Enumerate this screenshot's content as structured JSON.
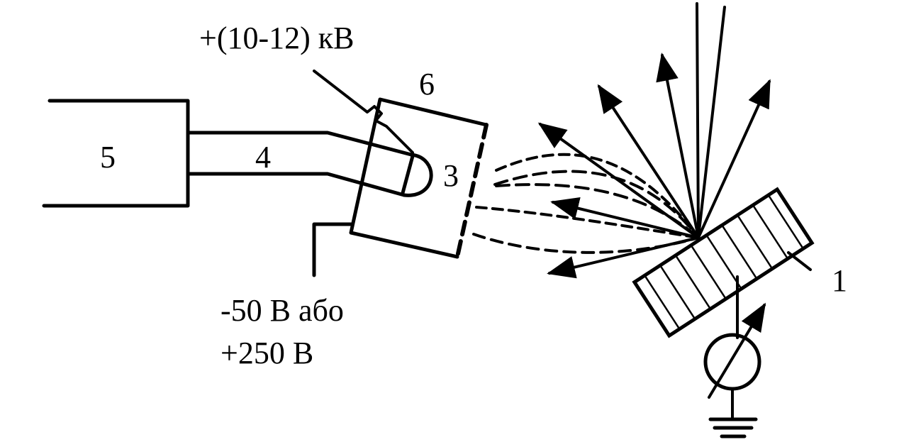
{
  "diagram": {
    "labels": {
      "high_voltage": "+(10-12) кВ",
      "part_6": "6",
      "part_5": "5",
      "part_4": "4",
      "part_3": "3",
      "part_1": "1",
      "bias_voltage_line1": "-50 В або",
      "bias_voltage_line2": "+250 В"
    },
    "colors": {
      "ink": "#000000",
      "background": "#ffffff"
    },
    "icons": {
      "meter": "ammeter-icon",
      "ground": "ground-icon"
    }
  }
}
